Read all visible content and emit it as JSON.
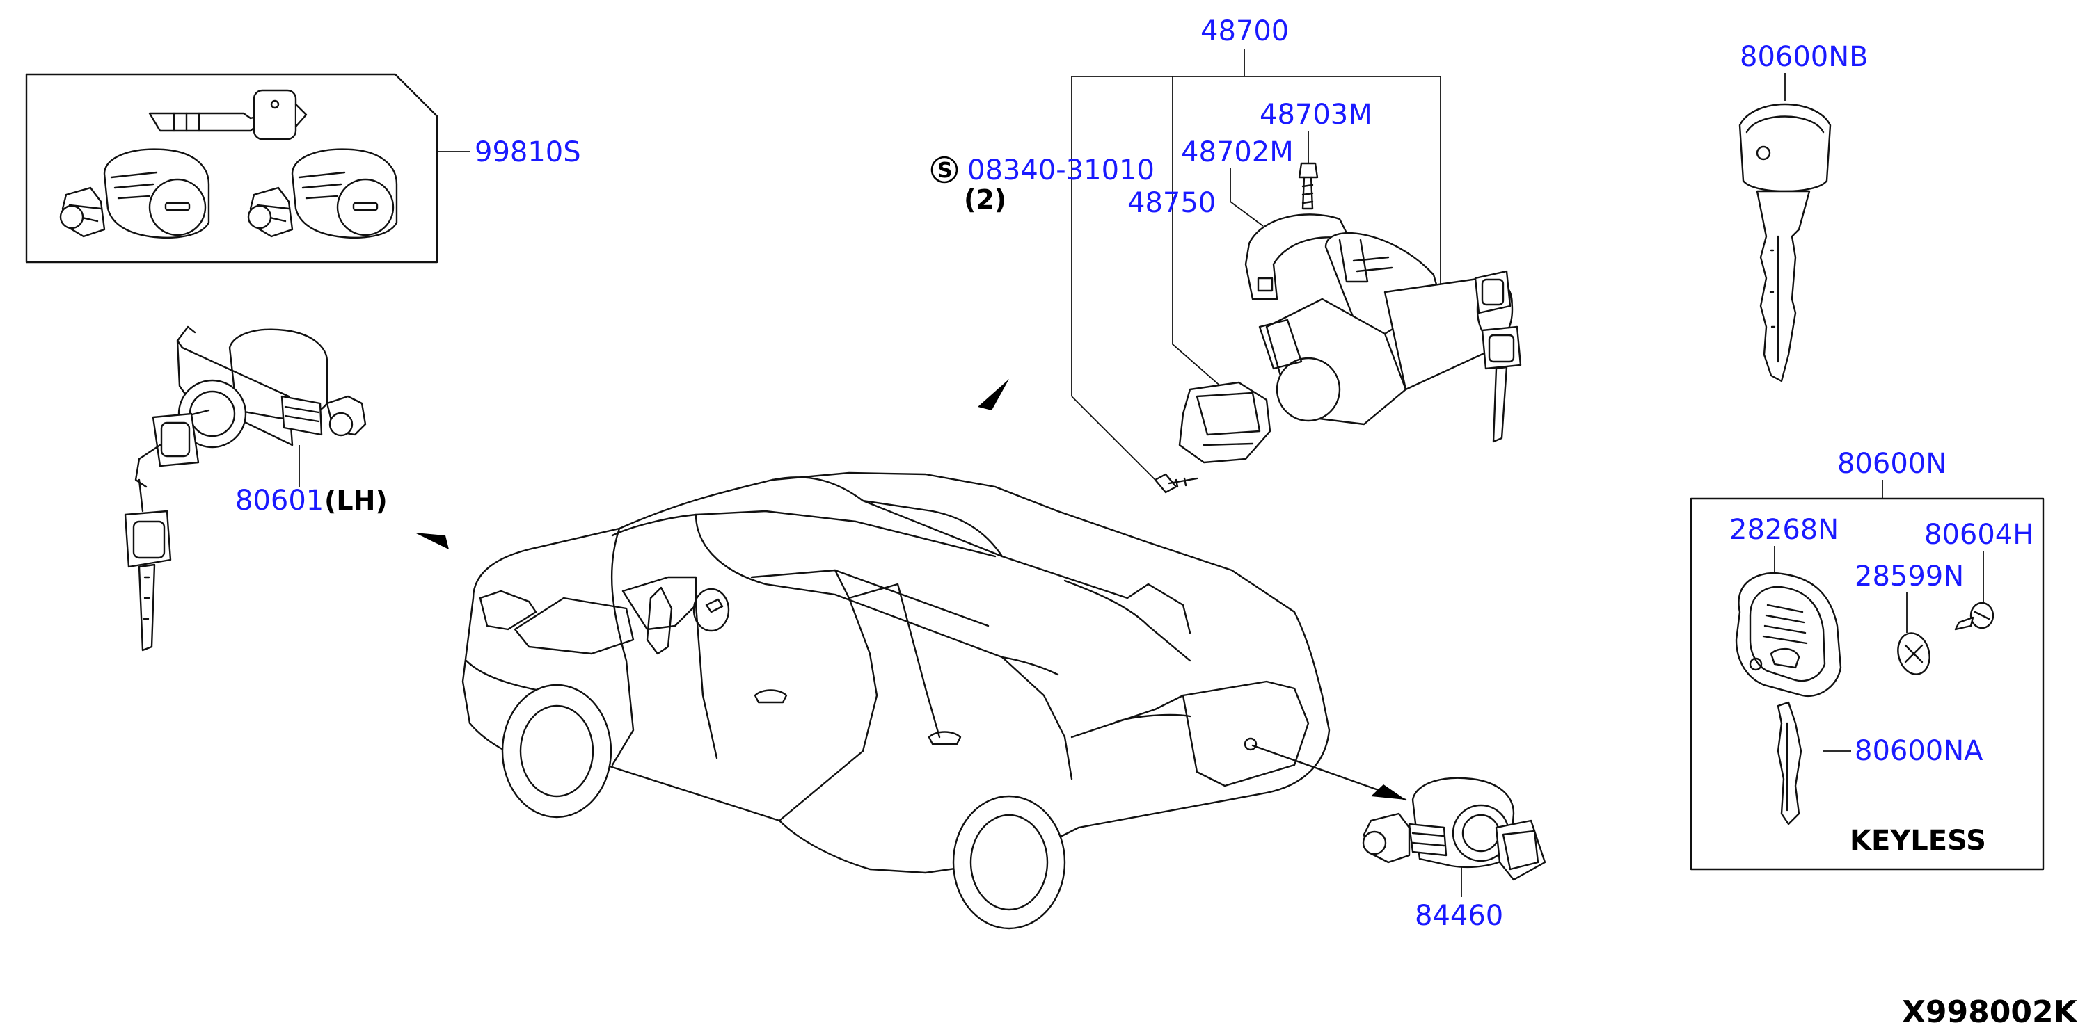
{
  "colors": {
    "part_number": "#1a1aff",
    "line": "#111111",
    "background": "#ffffff",
    "note": "#000000"
  },
  "labels": {
    "p99810s": "99810S",
    "p48700": "48700",
    "p48703m": "48703M",
    "p48702m": "48702M",
    "p48750": "48750",
    "p08340": "08340-31010",
    "p08340_qty": "(2)",
    "std_symbol": "S",
    "p80601": "80601",
    "p80601_side": "(LH)",
    "p80600nb": "80600NB",
    "p80600n": "80600N",
    "p28268n": "28268N",
    "p80604h": "80604H",
    "p28599n": "28599N",
    "p80600na": "80600NA",
    "keyless": "KEYLESS",
    "p84460": "84460",
    "diagram_code": "X998002K"
  }
}
